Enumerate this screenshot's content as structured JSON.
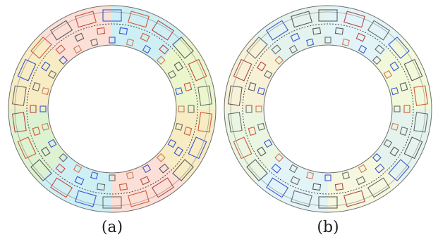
{
  "figure": {
    "panels": [
      {
        "id": "a",
        "label": "(a)",
        "outer_slot_colors": [
          "#3a55d4",
          "#d05a3a",
          "#b24848",
          "#5a5a5a",
          "#cc4a3c",
          "#6a6a6a",
          "#d05a3a",
          "#3a55d4",
          "#5a5a5a",
          "#b24848",
          "#d05a3a",
          "#6a6a6a",
          "#3a55d4",
          "#cc4a3c",
          "#5a5a5a",
          "#d05a3a",
          "#b24848",
          "#6a6a6a",
          "#3a55d4",
          "#d05a3a",
          "#5a5a5a",
          "#cc4a3c"
        ],
        "inner_slot_colors": [
          "#3a55d4",
          "#d07a55",
          "#3a55d4",
          "#d07a55",
          "#6a6a6a",
          "#3a55d4",
          "#d07a55",
          "#6a6a6a",
          "#3a55d4",
          "#d07a55",
          "#3a55d4",
          "#d07a55",
          "#6a6a6a",
          "#3a55d4",
          "#d07a55",
          "#6a6a6a",
          "#3a55d4",
          "#d07a55",
          "#3a55d4",
          "#d07a55",
          "#6a6a6a",
          "#3a55d4",
          "#d07a55",
          "#6a6a6a"
        ],
        "field_colors": [
          "#c6ecf2",
          "#e9f5c4",
          "#f6e9b8",
          "#fbd9cf",
          "#c6ecf2",
          "#d7f0c8",
          "#f6e9b8",
          "#fbd9cf"
        ]
      },
      {
        "id": "b",
        "label": "(b)",
        "outer_slot_colors": [
          "#5a5a5a",
          "#b24848",
          "#6a6a6a",
          "#3a55d4",
          "#5a5a5a",
          "#d05a3a",
          "#6a6a6a",
          "#5a5a5a",
          "#3a55d4",
          "#6a6a6a",
          "#b24848",
          "#5a5a5a",
          "#6a6a6a",
          "#3a55d4",
          "#5a5a5a",
          "#d05a3a",
          "#6a6a6a",
          "#5a5a5a",
          "#b24848",
          "#6a6a6a",
          "#3a55d4",
          "#5a5a5a"
        ],
        "inner_slot_colors": [
          "#6a6a6a",
          "#d07a55",
          "#3a55d4",
          "#6a6a6a",
          "#d07a55",
          "#3a55d4",
          "#6a6a6a",
          "#d07a55",
          "#6a6a6a",
          "#3a55d4",
          "#d07a55",
          "#6a6a6a",
          "#3a55d4",
          "#d07a55",
          "#6a6a6a",
          "#d07a55",
          "#3a55d4",
          "#6a6a6a",
          "#d07a55",
          "#3a55d4",
          "#6a6a6a",
          "#d07a55",
          "#6a6a6a",
          "#3a55d4"
        ],
        "field_colors": [
          "#ddf2f6",
          "#eef8d4",
          "#dff1ea",
          "#f3f6d8",
          "#ddf2f6",
          "#e6f5dc",
          "#f6eed0",
          "#dff1ea"
        ]
      }
    ]
  }
}
